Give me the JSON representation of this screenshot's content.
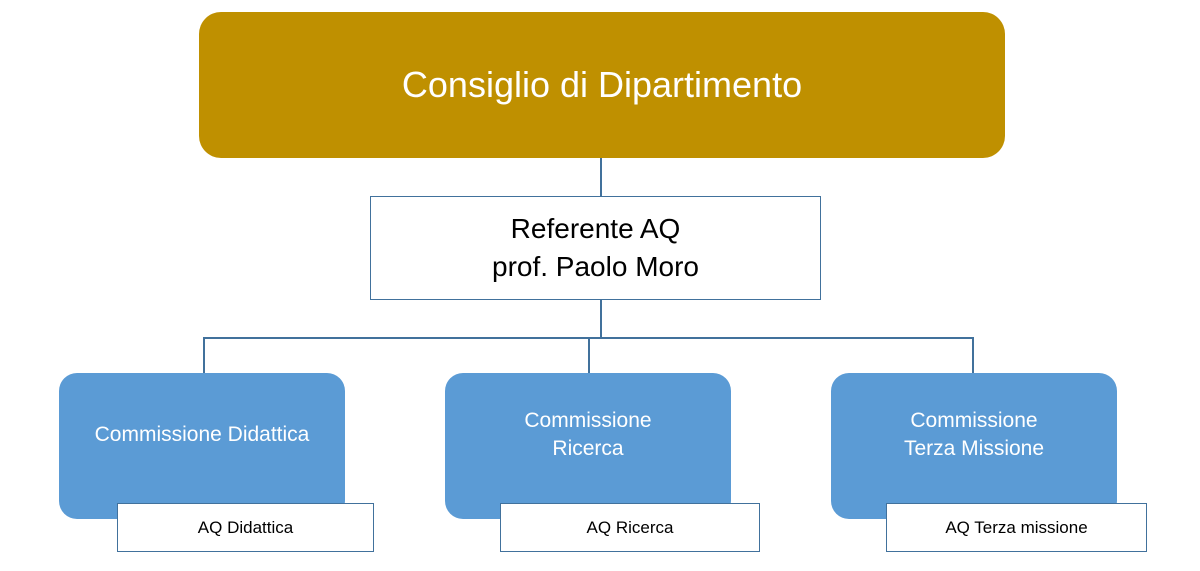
{
  "root": {
    "label": "Consiglio di Dipartimento"
  },
  "referente": {
    "line1": "Referente AQ",
    "line2": "prof. Paolo Moro"
  },
  "commissions": [
    {
      "line1": "Commissione Didattica",
      "line2": "",
      "aq_label": "AQ Didattica"
    },
    {
      "line1": "Commissione",
      "line2": "Ricerca",
      "aq_label": "AQ Ricerca"
    },
    {
      "line1": "Commissione",
      "line2": "Terza Missione",
      "aq_label": "AQ Terza missione"
    }
  ],
  "colors": {
    "root_fill": "#bf9000",
    "commission_fill": "#5b9bd5",
    "connector": "#41719c"
  }
}
